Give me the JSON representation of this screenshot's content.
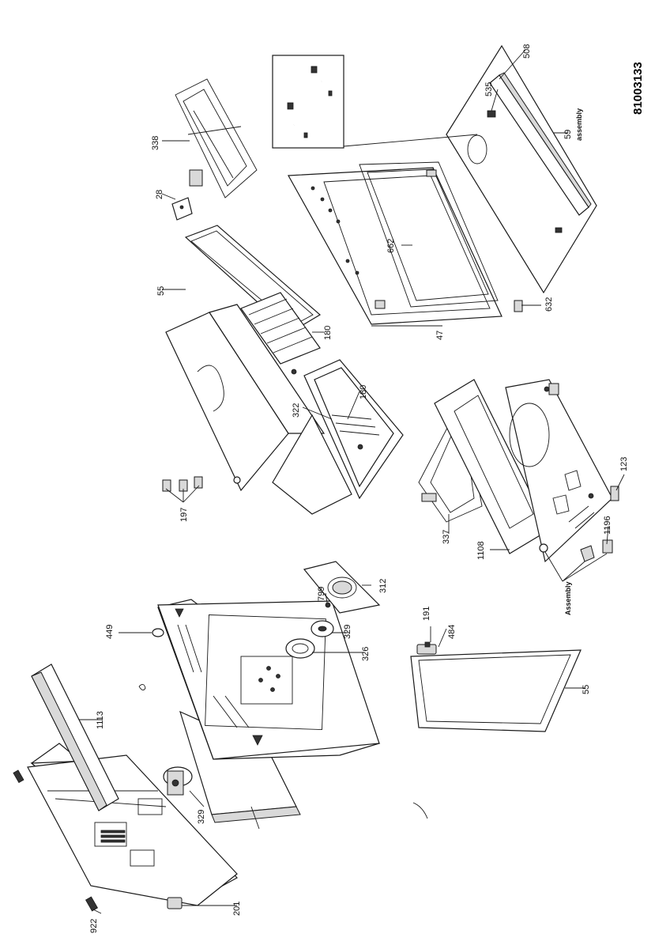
{
  "document_number": "81003133",
  "parts": [
    {
      "id": "338",
      "label": "338"
    },
    {
      "id": "28",
      "label": "28"
    },
    {
      "id": "55-top",
      "label": "55"
    },
    {
      "id": "180-a",
      "label": "180"
    },
    {
      "id": "322",
      "label": "322"
    },
    {
      "id": "180-b",
      "label": "180"
    },
    {
      "id": "197",
      "label": "197"
    },
    {
      "id": "662",
      "label": "662"
    },
    {
      "id": "47",
      "label": "47"
    },
    {
      "id": "632",
      "label": "632"
    },
    {
      "id": "535",
      "label": "535"
    },
    {
      "id": "508",
      "label": "508"
    },
    {
      "id": "59",
      "label": "59"
    },
    {
      "id": "337",
      "label": "337"
    },
    {
      "id": "1108",
      "label": "1108"
    },
    {
      "id": "123",
      "label": "123"
    },
    {
      "id": "1196",
      "label": "1196"
    },
    {
      "id": "449",
      "label": "449"
    },
    {
      "id": "1113",
      "label": "1113"
    },
    {
      "id": "799",
      "label": "799"
    },
    {
      "id": "312",
      "label": "312"
    },
    {
      "id": "329-a",
      "label": "329"
    },
    {
      "id": "326",
      "label": "326"
    },
    {
      "id": "191",
      "label": "191"
    },
    {
      "id": "484",
      "label": "484"
    },
    {
      "id": "55-bottom",
      "label": "55"
    },
    {
      "id": "329-b",
      "label": "329"
    },
    {
      "id": "922",
      "label": "922"
    },
    {
      "id": "201",
      "label": "201"
    }
  ],
  "notes": {
    "assembly_upper": "assembly",
    "assembly_lower": "Assembly"
  }
}
